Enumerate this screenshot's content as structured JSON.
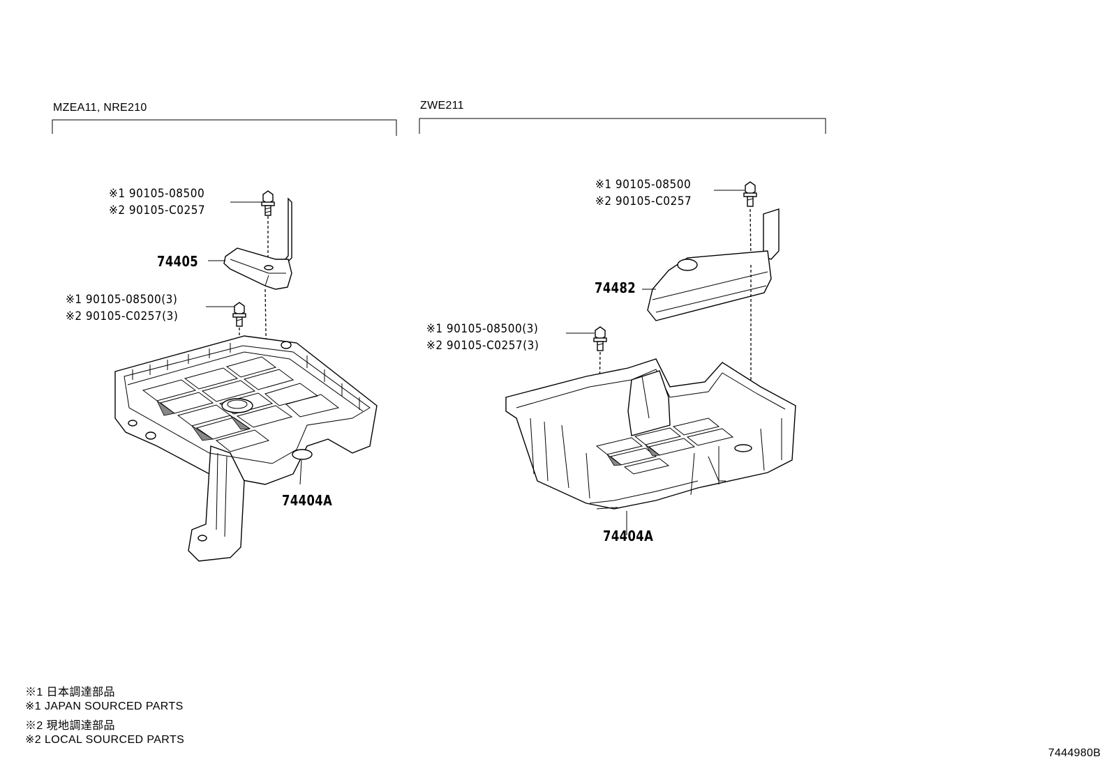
{
  "sections": {
    "left_title": "MZEA11, NRE210",
    "right_title": "ZWE211"
  },
  "left": {
    "bolt_top": {
      "line1": "※1  90105-08500",
      "line2": "※2  90105-C0257"
    },
    "bracket_label": "74405",
    "bolt_lower": {
      "line1": "※1  90105-08500(3)",
      "line2": "※2  90105-C0257(3)"
    },
    "tray_label": "74404A"
  },
  "right": {
    "bolt_top": {
      "line1": "※1  90105-08500",
      "line2": "※2  90105-C0257"
    },
    "cover_label": "74482",
    "bolt_lower": {
      "line1": "※1  90105-08500(3)",
      "line2": "※2  90105-C0257(3)"
    },
    "tray_label": "74404A"
  },
  "legend": [
    "※1  日本調達部品",
    "※1  JAPAN SOURCED PARTS",
    "※2  現地調達部品",
    "※2  LOCAL SOURCED PARTS"
  ],
  "diagram_id": "7444980B"
}
